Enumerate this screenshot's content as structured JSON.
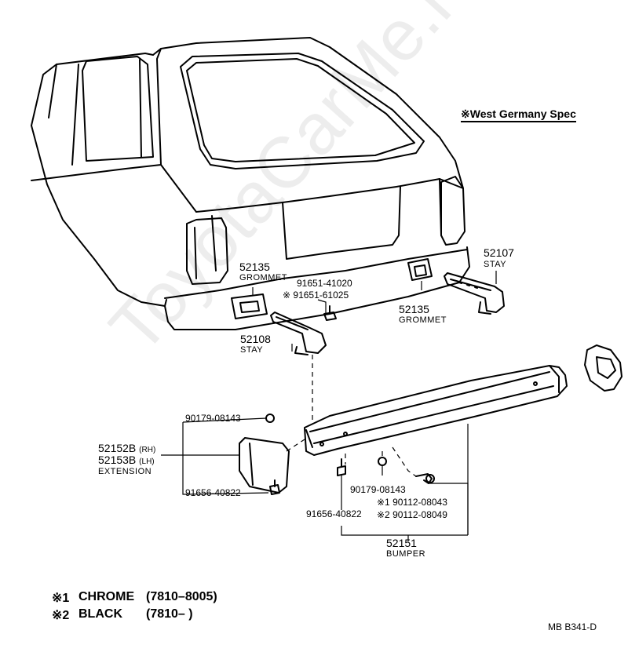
{
  "spec_note": "※West Germany Spec",
  "watermark": "ToyotaCarMe.ru",
  "parts": {
    "grommet_left": {
      "number": "52135",
      "name": "GROMMET"
    },
    "bolt_upper": {
      "number1": "91651-41020",
      "number2": "※ 91651-61025"
    },
    "grommet_right": {
      "number": "52135",
      "name": "GROMMET"
    },
    "stay_right": {
      "number": "52107",
      "name": "STAY"
    },
    "stay_left": {
      "number": "52108",
      "name": "STAY"
    },
    "nut_left": {
      "number": "90179-08143"
    },
    "extension": {
      "number_rh": "52152B",
      "rh": "(RH)",
      "number_lh": "52153B",
      "lh": "(LH)",
      "name": "EXTENSION"
    },
    "bolt_left": {
      "number": "91656-40822"
    },
    "nut_center": {
      "number": "90179-08143"
    },
    "bolt_center_1": {
      "number": "※1 90112-08043"
    },
    "bolt_center_2": {
      "number": "※2 90112-08049"
    },
    "bolt_center_left": {
      "number": "91656-40822"
    },
    "bumper": {
      "number": "52151",
      "name": "BUMPER"
    }
  },
  "legend": [
    {
      "mark": "※1",
      "label": "CHROME",
      "range": "(7810–8005)"
    },
    {
      "mark": "※2",
      "label": "BLACK",
      "range": "(7810–        )"
    }
  ],
  "diagram_code": "MB  B341-D"
}
